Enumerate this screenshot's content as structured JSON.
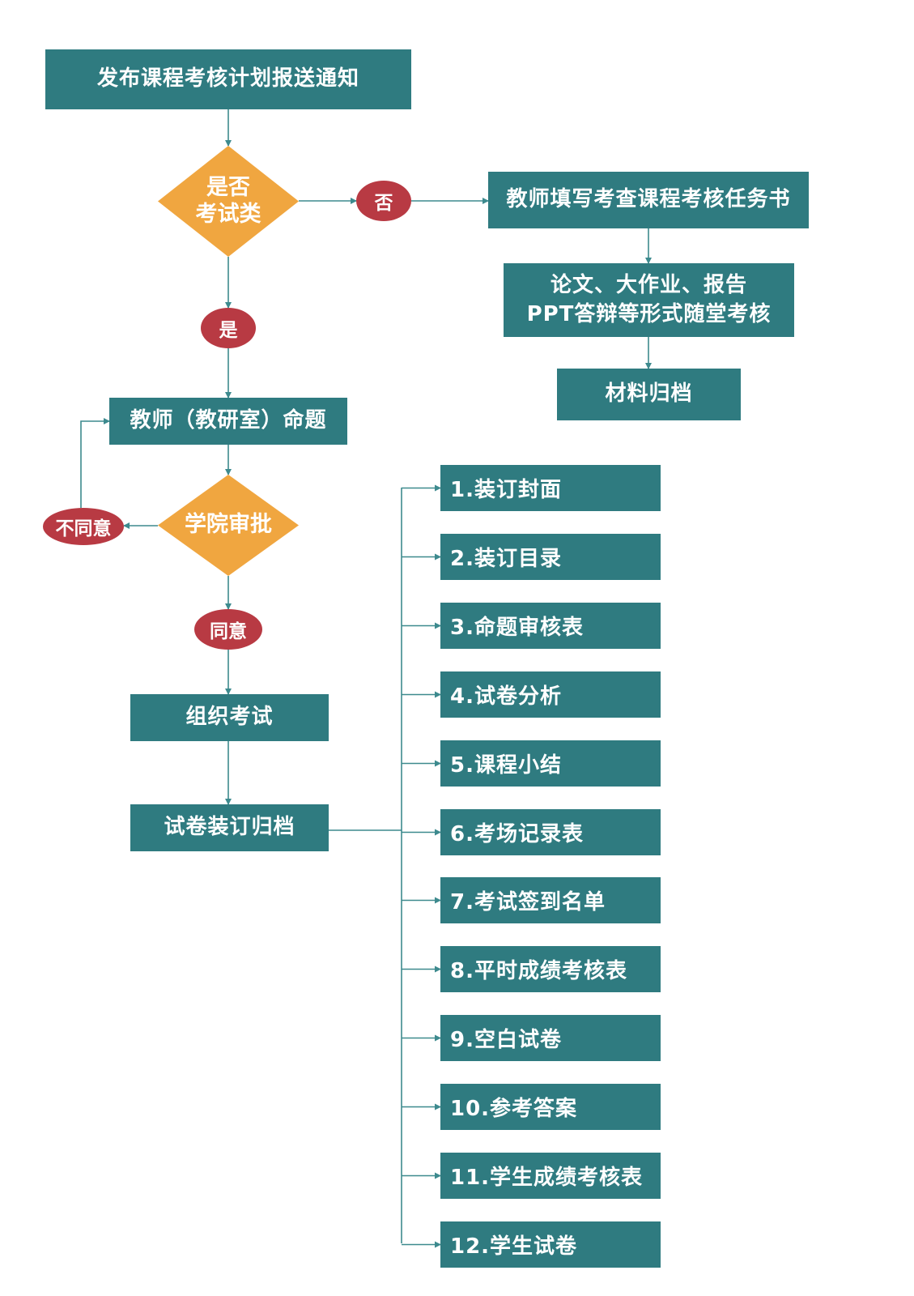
{
  "nodes": {
    "start": "发布课程考核计划报送通知",
    "decision_exam": [
      "是否",
      "考试类"
    ],
    "no_label": "否",
    "yes_label": "是",
    "task_book": "教师填写考查课程考核任务书",
    "assessment_forms": [
      "论文、大作业、报告",
      "PPT答辩等形式随堂考核"
    ],
    "archive_materials": "材料归档",
    "propose": "教师（教研室）命题",
    "approval": "学院审批",
    "disagree": "不同意",
    "agree": "同意",
    "organize_exam": "组织考试",
    "bind_archive": "试卷装订归档"
  },
  "archive_items": [
    "1.装订封面",
    "2.装订目录",
    "3.命题审核表",
    "4.试卷分析",
    "5.课程小结",
    "6.考场记录表",
    "7.考试签到名单",
    "8.平时成绩考核表",
    "9.空白试卷",
    "10.参考答案",
    "11.学生成绩考核表",
    "12.学生试卷"
  ],
  "colors": {
    "box": "#2f7b80",
    "diamond": "#f0a640",
    "ellipse": "#b83a43",
    "line": "#3d8a8e"
  }
}
